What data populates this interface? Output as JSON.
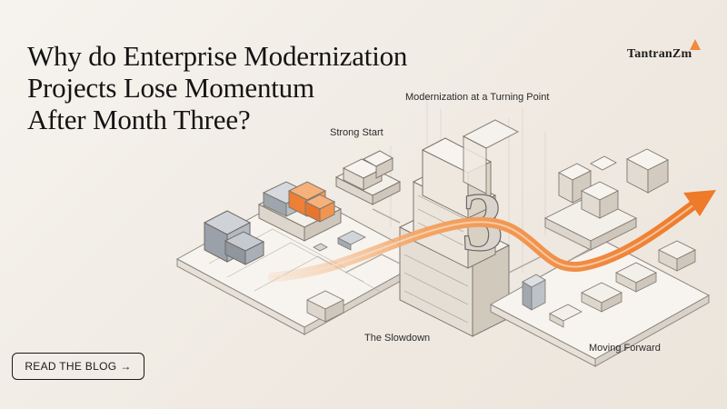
{
  "headline": {
    "line1": "Why do Enterprise Modernization",
    "line2": "Projects Lose Momentum",
    "line3": "After Month Three?"
  },
  "logo": {
    "text": "TantranZm"
  },
  "labels": {
    "turning_point": "Modernization at a Turning Point",
    "strong_start": "Strong Start",
    "slowdown": "The Slowdown",
    "moving_forward": "Moving Forward"
  },
  "center_numeral": "3",
  "cta": {
    "label": "READ THE BLOG",
    "arrow": "→"
  },
  "colors": {
    "accent": "#f08a3c",
    "ink": "#1a1a1a",
    "background": "#f3efe9"
  }
}
